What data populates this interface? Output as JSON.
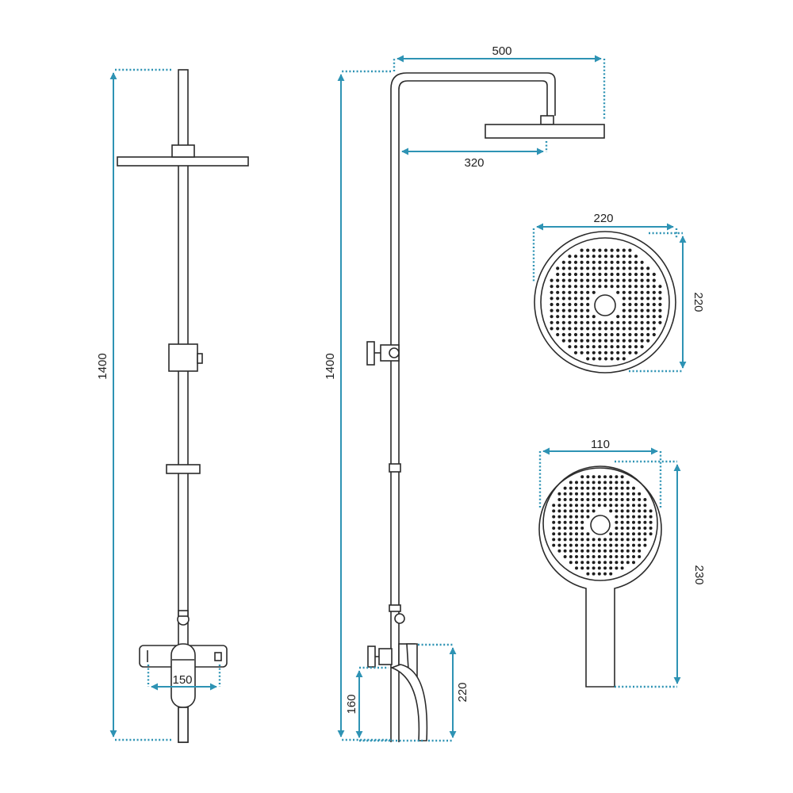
{
  "dimensions": {
    "front_height": "1400",
    "side_height": "1400",
    "overhead_arm_length": "500",
    "arm_to_head_center": "320",
    "head_width": "220",
    "head_depth": "220",
    "hand_shower_width": "110",
    "hand_shower_length": "230",
    "spout_height": "160",
    "mixer_height": "220",
    "mixer_centers": "150"
  },
  "colors": {
    "outline": "#2b2b2b",
    "dimension": "#2e93b4",
    "spray_dots": "#1e1e1e"
  }
}
